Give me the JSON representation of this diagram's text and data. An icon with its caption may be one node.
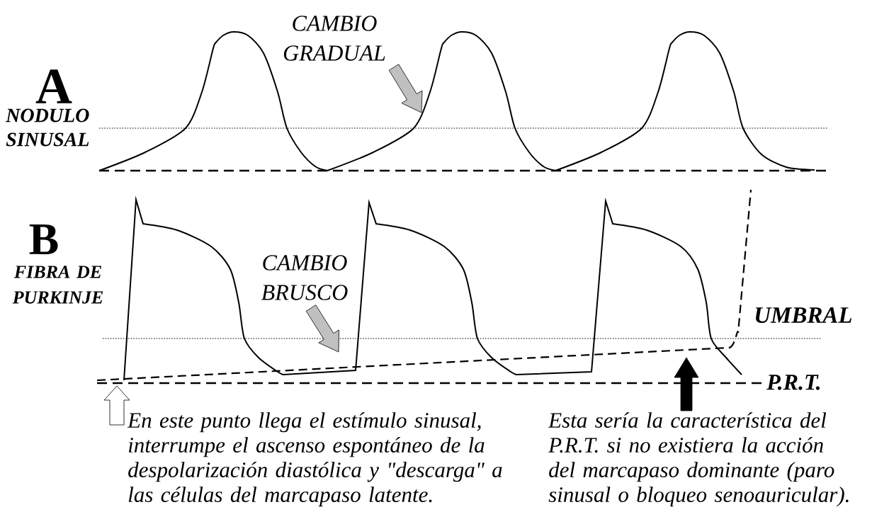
{
  "diagram": {
    "nodes": [
      {
        "text": [
          "CAMBIO GRADUAL"
        ]
      },
      {
        "text": [
          "CAMBIO BRUSCO"
        ]
      },
      {
        "text": [
          "En este punto llega el estímulo sinusal, interrumpe el ascenso espontáneo de la despolarización diastólica y \"descarga\" a las células del marcapaso latente."
        ]
      },
      {
        "text": [
          "Esta sería la característica del P.R.T. si no existiera la acción del marcapaso dominante (paro sinusal o bloqueo senoauricular)."
        ]
      }
    ],
    "edges": [
      {
        "from": 0,
        "to": null,
        "arrow": "to",
        "color": "#c0c0c0"
      },
      {
        "from": 1,
        "to": null,
        "arrow": "to",
        "color": "#c0c0c0"
      },
      {
        "from": 2,
        "to": null,
        "arrow": "to",
        "color": "#ffffff"
      },
      {
        "from": 3,
        "to": null,
        "arrow": "to",
        "color": "#000000"
      }
    ],
    "labels": [
      "A",
      "NODULO SINUSAL",
      "B",
      "FIBRA DE PURKINJE",
      "UMBRAL",
      "P.R.T."
    ]
  }
}
